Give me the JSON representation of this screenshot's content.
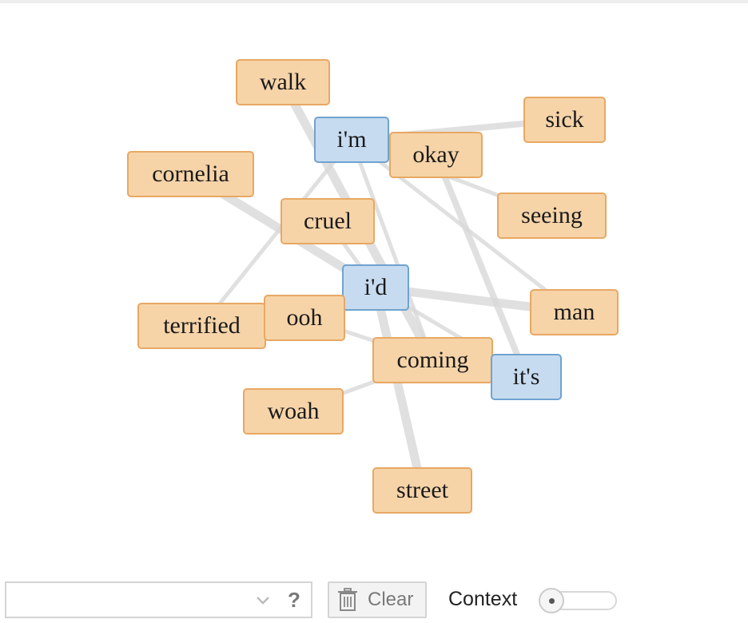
{
  "graph": {
    "nodes": [
      {
        "id": "walk",
        "label": "walk",
        "kind": "word"
      },
      {
        "id": "im",
        "label": "i'm",
        "kind": "anchor"
      },
      {
        "id": "sick",
        "label": "sick",
        "kind": "word"
      },
      {
        "id": "okay",
        "label": "okay",
        "kind": "word"
      },
      {
        "id": "cornelia",
        "label": "cornelia",
        "kind": "word"
      },
      {
        "id": "seeing",
        "label": "seeing",
        "kind": "word"
      },
      {
        "id": "cruel",
        "label": "cruel",
        "kind": "word"
      },
      {
        "id": "id",
        "label": "i'd",
        "kind": "anchor"
      },
      {
        "id": "man",
        "label": "man",
        "kind": "word"
      },
      {
        "id": "terrified",
        "label": "terrified",
        "kind": "word"
      },
      {
        "id": "ooh",
        "label": "ooh",
        "kind": "word"
      },
      {
        "id": "coming",
        "label": "coming",
        "kind": "word"
      },
      {
        "id": "its",
        "label": "it's",
        "kind": "anchor"
      },
      {
        "id": "woah",
        "label": "woah",
        "kind": "word"
      },
      {
        "id": "street",
        "label": "street",
        "kind": "word"
      }
    ],
    "edges": [
      {
        "from": "walk",
        "to": "coming",
        "weight": 3
      },
      {
        "from": "im",
        "to": "sick",
        "weight": 2
      },
      {
        "from": "im",
        "to": "seeing",
        "weight": 1
      },
      {
        "from": "im",
        "to": "man",
        "weight": 1
      },
      {
        "from": "im",
        "to": "terrified",
        "weight": 1
      },
      {
        "from": "im",
        "to": "coming",
        "weight": 1
      },
      {
        "from": "okay",
        "to": "its",
        "weight": 2
      },
      {
        "from": "cornelia",
        "to": "id",
        "weight": 3
      },
      {
        "from": "cruel",
        "to": "id",
        "weight": 1
      },
      {
        "from": "id",
        "to": "man",
        "weight": 3
      },
      {
        "from": "id",
        "to": "street",
        "weight": 3
      },
      {
        "from": "id",
        "to": "its",
        "weight": 1
      },
      {
        "from": "ooh",
        "to": "coming",
        "weight": 1
      },
      {
        "from": "coming",
        "to": "woah",
        "weight": 1
      }
    ],
    "colors": {
      "word_fill": "#f6d4a8",
      "word_border": "#e8a864",
      "anchor_fill": "#c7dbf0",
      "anchor_border": "#6fa3cf",
      "edge": "#d9d9d9"
    }
  },
  "controls": {
    "select_value": "",
    "help_icon": "question-icon",
    "clear_icon": "trash-icon",
    "clear_label": "Clear",
    "context_label": "Context",
    "context_on": false
  }
}
